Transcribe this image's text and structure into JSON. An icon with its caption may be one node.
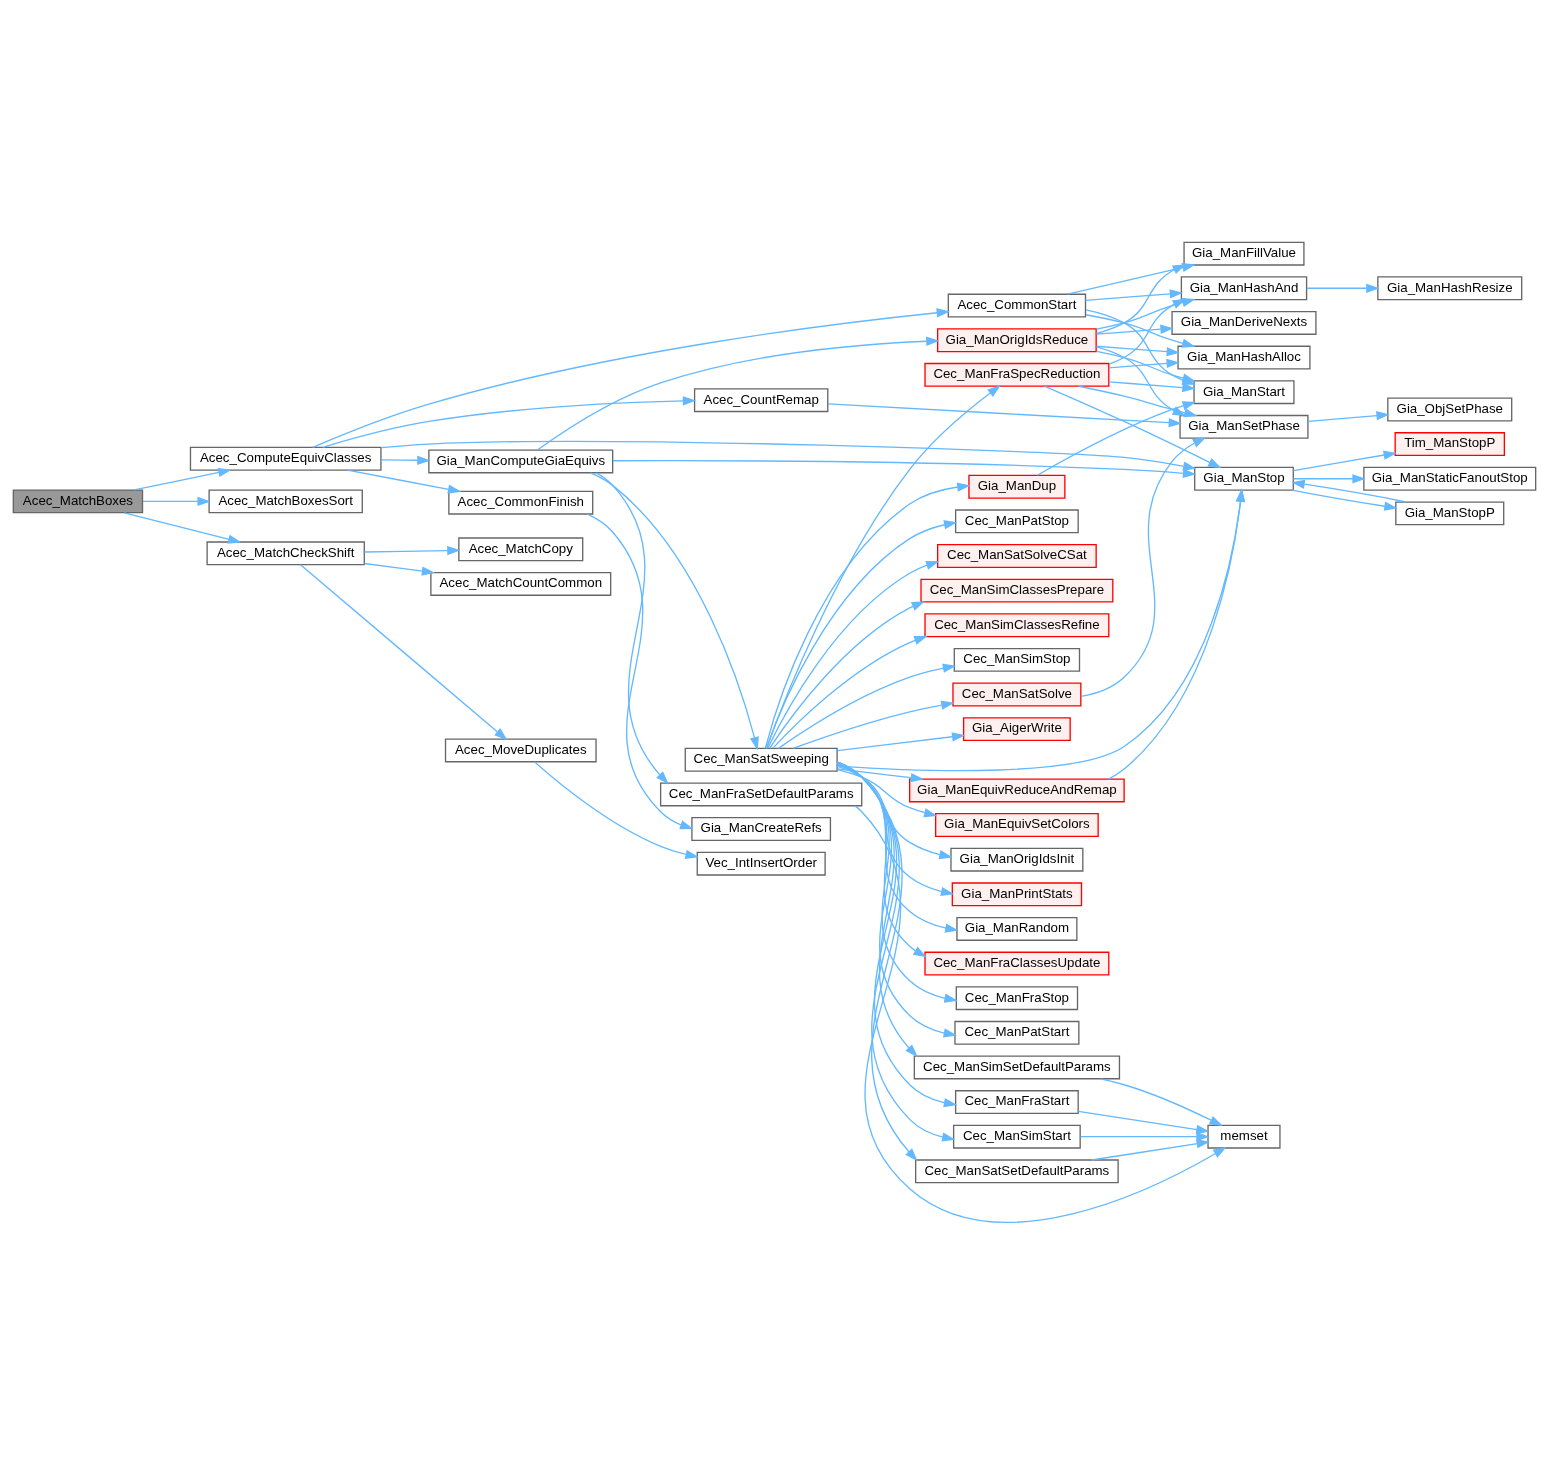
{
  "diagram": {
    "nodes": [
      {
        "text": [
          "Acec_MatchBoxes"
        ]
      },
      {
        "text": [
          "Acec_ComputeEquivClasses"
        ]
      },
      {
        "text": [
          "Acec_MatchBoxesSort"
        ]
      },
      {
        "text": [
          "Acec_MatchCheckShift"
        ]
      },
      {
        "text": [
          "Acec_CommonStart"
        ]
      },
      {
        "text": [
          "Acec_CommonFinish"
        ]
      },
      {
        "text": [
          "Acec_CountRemap"
        ]
      },
      {
        "text": [
          "Gia_ManComputeGiaEquivs"
        ]
      },
      {
        "text": [
          "Gia_ManStop"
        ]
      },
      {
        "text": [
          "Gia_ManCreateRefs"
        ]
      },
      {
        "text": [
          "Gia_ManSetPhase"
        ]
      },
      {
        "text": [
          "Gia_ManFillValue"
        ]
      },
      {
        "text": [
          "Gia_ManHashAlloc"
        ]
      },
      {
        "text": [
          "Gia_ManHashAnd"
        ]
      },
      {
        "text": [
          "Gia_ManStart"
        ]
      },
      {
        "text": [
          "Gia_ManHashResize"
        ]
      },
      {
        "text": [
          "Gia_ObjSetPhase"
        ]
      },
      {
        "text": [
          "Gia_ManOrigIdsReduce"
        ]
      },
      {
        "text": [
          "Cec_ManSatSweeping"
        ]
      },
      {
        "text": [
          "Cec_ManFraSetDefaultParams"
        ]
      },
      {
        "text": [
          "Gia_ManDeriveNexts"
        ]
      },
      {
        "text": [
          "Cec_ManFraSpecReduction"
        ]
      },
      {
        "text": [
          "Gia_ManDup"
        ]
      },
      {
        "text": [
          "Cec_ManSatSolve"
        ]
      },
      {
        "text": [
          "Gia_ManEquivReduceAndRemap"
        ]
      },
      {
        "text": [
          "Cec_ManSimSetDefaultParams"
        ]
      },
      {
        "text": [
          "Gia_ManEquivSetColors"
        ]
      },
      {
        "text": [
          "Gia_ManOrigIdsInit"
        ]
      },
      {
        "text": [
          "Gia_ManPrintStats"
        ]
      },
      {
        "text": [
          "Gia_ManRandom"
        ]
      },
      {
        "text": [
          "Cec_ManFraClassesUpdate"
        ]
      },
      {
        "text": [
          "Cec_ManFraStart"
        ]
      },
      {
        "text": [
          "Cec_ManSimStart"
        ]
      },
      {
        "text": [
          "Cec_ManFraStop"
        ]
      },
      {
        "text": [
          "Cec_ManPatStart"
        ]
      },
      {
        "text": [
          "Cec_ManPatStop"
        ]
      },
      {
        "text": [
          "Cec_ManSatSolveCSat"
        ]
      },
      {
        "text": [
          "Cec_ManSimClassesPrepare"
        ]
      },
      {
        "text": [
          "Cec_ManSimClassesRefine"
        ]
      },
      {
        "text": [
          "Cec_ManSimStop"
        ]
      },
      {
        "text": [
          "Gia_AigerWrite"
        ]
      },
      {
        "text": [
          "Cec_ManSatSetDefaultParams"
        ]
      },
      {
        "text": [
          "memset"
        ]
      },
      {
        "text": [
          "Gia_ManStopP"
        ]
      },
      {
        "text": [
          "Tim_ManStopP"
        ]
      },
      {
        "text": [
          "Gia_ManStaticFanoutStop"
        ]
      },
      {
        "text": [
          "Acec_MoveDuplicates"
        ]
      },
      {
        "text": [
          "Acec_MatchCopy"
        ]
      },
      {
        "text": [
          "Acec_MatchCountCommon"
        ]
      },
      {
        "text": [
          "Vec_IntInsertOrder"
        ]
      }
    ],
    "edges": [
      {
        "from": 0,
        "to": 1,
        "arrow": "to"
      },
      {
        "from": 0,
        "to": 2,
        "arrow": "to"
      },
      {
        "from": 0,
        "to": 3,
        "arrow": "to"
      },
      {
        "from": 1,
        "to": 4,
        "arrow": "to"
      },
      {
        "from": 1,
        "to": 5,
        "arrow": "to"
      },
      {
        "from": 1,
        "to": 6,
        "arrow": "to"
      },
      {
        "from": 1,
        "to": 7,
        "arrow": "to"
      },
      {
        "from": 1,
        "to": 8,
        "arrow": "to"
      },
      {
        "from": 4,
        "to": 11,
        "arrow": "to"
      },
      {
        "from": 4,
        "to": 12,
        "arrow": "to"
      },
      {
        "from": 4,
        "to": 13,
        "arrow": "to"
      },
      {
        "from": 4,
        "to": 14,
        "arrow": "to"
      },
      {
        "from": 5,
        "to": 9,
        "arrow": "to"
      },
      {
        "from": 6,
        "to": 10,
        "arrow": "to"
      },
      {
        "from": 7,
        "to": 17,
        "arrow": "to"
      },
      {
        "from": 7,
        "to": 8,
        "arrow": "to"
      },
      {
        "from": 7,
        "to": 18,
        "arrow": "to"
      },
      {
        "from": 7,
        "to": 19,
        "arrow": "to"
      },
      {
        "from": 17,
        "to": 11,
        "arrow": "to"
      },
      {
        "from": 17,
        "to": 12,
        "arrow": "to"
      },
      {
        "from": 17,
        "to": 13,
        "arrow": "to"
      },
      {
        "from": 17,
        "to": 20,
        "arrow": "to"
      },
      {
        "from": 17,
        "to": 14,
        "arrow": "to"
      },
      {
        "from": 17,
        "to": 10,
        "arrow": "to"
      },
      {
        "from": 21,
        "to": 12,
        "arrow": "to"
      },
      {
        "from": 21,
        "to": 13,
        "arrow": "to"
      },
      {
        "from": 21,
        "to": 14,
        "arrow": "to"
      },
      {
        "from": 21,
        "to": 10,
        "arrow": "to"
      },
      {
        "from": 21,
        "to": 8,
        "arrow": "to"
      },
      {
        "from": 22,
        "to": 14,
        "arrow": "to"
      },
      {
        "from": 23,
        "to": 10,
        "arrow": "to"
      },
      {
        "from": 24,
        "to": 8,
        "arrow": "to"
      },
      {
        "from": 18,
        "to": 21,
        "arrow": "to"
      },
      {
        "from": 18,
        "to": 22,
        "arrow": "to"
      },
      {
        "from": 18,
        "to": 23,
        "arrow": "to"
      },
      {
        "from": 18,
        "to": 8,
        "arrow": "to"
      },
      {
        "from": 18,
        "to": 24,
        "arrow": "to"
      },
      {
        "from": 18,
        "to": 25,
        "arrow": "to"
      },
      {
        "from": 18,
        "to": 26,
        "arrow": "to"
      },
      {
        "from": 18,
        "to": 27,
        "arrow": "to"
      },
      {
        "from": 18,
        "to": 28,
        "arrow": "to"
      },
      {
        "from": 18,
        "to": 29,
        "arrow": "to"
      },
      {
        "from": 18,
        "to": 30,
        "arrow": "to"
      },
      {
        "from": 18,
        "to": 31,
        "arrow": "to"
      },
      {
        "from": 18,
        "to": 32,
        "arrow": "to"
      },
      {
        "from": 18,
        "to": 33,
        "arrow": "to"
      },
      {
        "from": 18,
        "to": 34,
        "arrow": "to"
      },
      {
        "from": 18,
        "to": 35,
        "arrow": "to"
      },
      {
        "from": 18,
        "to": 36,
        "arrow": "to"
      },
      {
        "from": 18,
        "to": 37,
        "arrow": "to"
      },
      {
        "from": 18,
        "to": 38,
        "arrow": "to"
      },
      {
        "from": 18,
        "to": 39,
        "arrow": "to"
      },
      {
        "from": 18,
        "to": 40,
        "arrow": "to"
      },
      {
        "from": 18,
        "to": 41,
        "arrow": "to"
      },
      {
        "from": 19,
        "to": 42,
        "arrow": "to"
      },
      {
        "from": 25,
        "to": 42,
        "arrow": "to"
      },
      {
        "from": 31,
        "to": 42,
        "arrow": "to"
      },
      {
        "from": 32,
        "to": 42,
        "arrow": "to"
      },
      {
        "from": 41,
        "to": 42,
        "arrow": "to"
      },
      {
        "from": 8,
        "to": 43,
        "arrow": "to"
      },
      {
        "from": 43,
        "to": 8,
        "arrow": "to"
      },
      {
        "from": 8,
        "to": 44,
        "arrow": "to"
      },
      {
        "from": 8,
        "to": 45,
        "arrow": "to"
      },
      {
        "from": 10,
        "to": 16,
        "arrow": "to"
      },
      {
        "from": 13,
        "to": 15,
        "arrow": "to"
      },
      {
        "from": 3,
        "to": 46,
        "arrow": "to"
      },
      {
        "from": 3,
        "to": 47,
        "arrow": "to"
      },
      {
        "from": 3,
        "to": 48,
        "arrow": "to"
      },
      {
        "from": 46,
        "to": 49,
        "arrow": "to"
      }
    ]
  }
}
